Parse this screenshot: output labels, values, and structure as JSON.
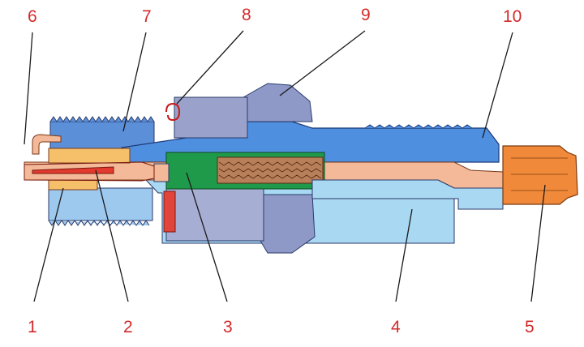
{
  "diagram": {
    "callouts": [
      {
        "label": "1"
      },
      {
        "label": "2"
      },
      {
        "label": "3"
      },
      {
        "label": "4"
      },
      {
        "label": "5"
      },
      {
        "label": "6"
      },
      {
        "label": "7"
      },
      {
        "label": "8"
      },
      {
        "label": "9"
      },
      {
        "label": "10"
      }
    ],
    "colors": {
      "callout_text": "#d42a2a",
      "leader_line": "#1a1a1a",
      "blue_body": "#4f8fe0",
      "light_blue_shell": "#a9d8f2",
      "peach_core": "#f3b998",
      "orange_tip": "#f08a3a",
      "green_section": "#1f9a4a",
      "red_element": "#e23a2e",
      "red_washer": "#e0443a",
      "gray_hex": "#8f99c7"
    }
  }
}
